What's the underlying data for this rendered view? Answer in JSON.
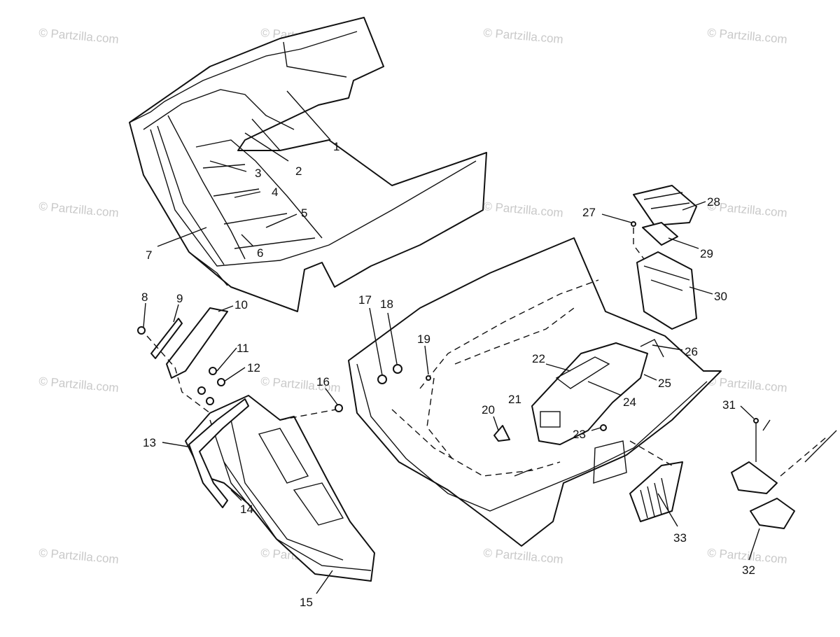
{
  "watermark": "© Partzilla.com",
  "callouts": [
    "1",
    "2",
    "3",
    "4",
    "5",
    "6",
    "7",
    "8",
    "9",
    "10",
    "11",
    "12",
    "13",
    "14",
    "15",
    "16",
    "17",
    "18",
    "19",
    "20",
    "21",
    "22",
    "23",
    "24",
    "25",
    "26",
    "27",
    "28",
    "29",
    "30",
    "31",
    "32",
    "33"
  ]
}
